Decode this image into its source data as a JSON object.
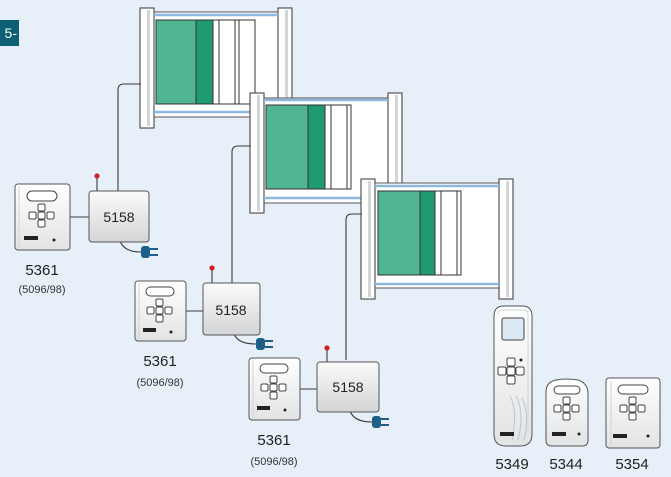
{
  "corner_tag": "5-",
  "controllers": [
    {
      "label": "5158"
    },
    {
      "label": "5158"
    },
    {
      "label": "5158"
    }
  ],
  "wall_units": [
    {
      "model": "5361",
      "variant": "(5096/98)"
    },
    {
      "model": "5361",
      "variant": "(5096/98)"
    },
    {
      "model": "5361",
      "variant": "(5096/98)"
    }
  ],
  "remotes": [
    {
      "model": "5349"
    },
    {
      "model": "5344"
    },
    {
      "model": "5354"
    }
  ],
  "colors": {
    "background": "#e7f0f8",
    "window_glass": "#4fb592",
    "window_glass_dark": "#1f9a72",
    "frame_blue": "#8fb8e0",
    "plug": "#1e5f8a",
    "antenna": "#d0202a"
  }
}
